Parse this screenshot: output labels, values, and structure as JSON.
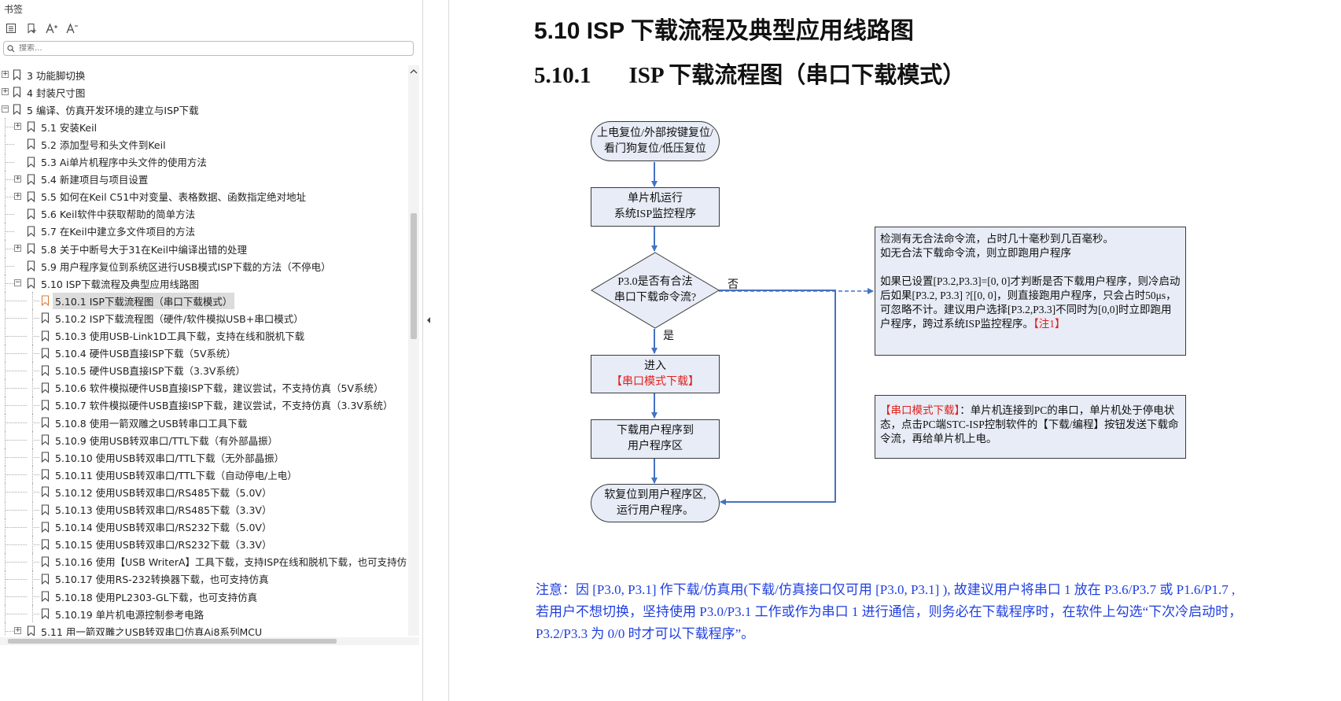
{
  "sidebar": {
    "title": "书签",
    "search_placeholder": "搜索...",
    "tools": [
      "outline-view-icon",
      "bookmark-add-icon",
      "font-increase-icon",
      "font-decrease-icon"
    ],
    "items": [
      {
        "label": "3  功能脚切换",
        "level": 0,
        "expander": "+"
      },
      {
        "label": "4  封装尺寸图",
        "level": 0,
        "expander": "+"
      },
      {
        "label": "5  编译、仿真开发环境的建立与ISP下载",
        "level": 0,
        "expander": "-"
      },
      {
        "label": "5.1 安装Keil",
        "level": 1,
        "expander": "+"
      },
      {
        "label": "5.2  添加型号和头文件到Keil",
        "level": 1,
        "expander": ""
      },
      {
        "label": "5.3  Ai单片机程序中头文件的使用方法",
        "level": 1,
        "expander": ""
      },
      {
        "label": "5.4  新建项目与项目设置",
        "level": 1,
        "expander": "+"
      },
      {
        "label": "5.5  如何在Keil C51中对变量、表格数据、函数指定绝对地址",
        "level": 1,
        "expander": "+"
      },
      {
        "label": "5.6  Keil软件中获取帮助的简单方法",
        "level": 1,
        "expander": ""
      },
      {
        "label": "5.7  在Keil中建立多文件项目的方法",
        "level": 1,
        "expander": ""
      },
      {
        "label": "5.8  关于中断号大于31在Keil中编译出错的处理",
        "level": 1,
        "expander": "+"
      },
      {
        "label": "5.9 用户程序复位到系统区进行USB模式ISP下载的方法（不停电）",
        "level": 1,
        "expander": ""
      },
      {
        "label": "5.10  ISP下载流程及典型应用线路图",
        "level": 1,
        "expander": "-"
      },
      {
        "label": "5.10.1 ISP下载流程图（串口下载模式）",
        "level": 2,
        "expander": "",
        "selected": true
      },
      {
        "label": "5.10.2  ISP下载流程图（硬件/软件模拟USB+串口模式）",
        "level": 2,
        "expander": ""
      },
      {
        "label": "5.10.3  使用USB-Link1D工具下载，支持在线和脱机下载",
        "level": 2,
        "expander": ""
      },
      {
        "label": "5.10.4  硬件USB直接ISP下载（5V系统）",
        "level": 2,
        "expander": ""
      },
      {
        "label": "5.10.5  硬件USB直接ISP下载（3.3V系统）",
        "level": 2,
        "expander": ""
      },
      {
        "label": "5.10.6  软件模拟硬件USB直接ISP下载，建议尝试，不支持仿真（5V系统）",
        "level": 2,
        "expander": ""
      },
      {
        "label": "5.10.7  软件模拟硬件USB直接ISP下载，建议尝试，不支持仿真（3.3V系统）",
        "level": 2,
        "expander": ""
      },
      {
        "label": "5.10.8  使用一箭双雕之USB转串口工具下载",
        "level": 2,
        "expander": ""
      },
      {
        "label": "5.10.9  使用USB转双串口/TTL下载（有外部晶振）",
        "level": 2,
        "expander": ""
      },
      {
        "label": "5.10.10  使用USB转双串口/TTL下载（无外部晶振）",
        "level": 2,
        "expander": ""
      },
      {
        "label": "5.10.11  使用USB转双串口/TTL下载（自动停电/上电）",
        "level": 2,
        "expander": ""
      },
      {
        "label": "5.10.12  使用USB转双串口/RS485下载（5.0V）",
        "level": 2,
        "expander": ""
      },
      {
        "label": "5.10.13 使用USB转双串口/RS485下载（3.3V）",
        "level": 2,
        "expander": ""
      },
      {
        "label": "5.10.14  使用USB转双串口/RS232下载（5.0V）",
        "level": 2,
        "expander": ""
      },
      {
        "label": "5.10.15 使用USB转双串口/RS232下载（3.3V）",
        "level": 2,
        "expander": ""
      },
      {
        "label": "5.10.16  使用【USB WriterA】工具下载，支持ISP在线和脱机下载，也可支持仿",
        "level": 2,
        "expander": ""
      },
      {
        "label": "5.10.17  使用RS-232转换器下载，也可支持仿真",
        "level": 2,
        "expander": ""
      },
      {
        "label": "5.10.18  使用PL2303-GL下载，也可支持仿真",
        "level": 2,
        "expander": ""
      },
      {
        "label": "5.10.19  单片机电源控制参考电路",
        "level": 2,
        "expander": ""
      },
      {
        "label": "5.11  用一箭双雕之USB转双串口仿真Ai8系列MCU",
        "level": 1,
        "expander": "+"
      }
    ]
  },
  "document": {
    "heading1": "5.10 ISP 下载流程及典型应用线路图",
    "heading2_num": "5.10.1",
    "heading2_text": "ISP 下载流程图（串口下载模式）",
    "flow": {
      "start_l1": "上电复位/外部按键复位/",
      "start_l2": "看门狗复位/低压复位",
      "run_l1": "单片机运行",
      "run_l2": "系统ISP监控程序",
      "decision_l1": "P3.0是否有合法",
      "decision_l2": "串口下载命令流?",
      "no_label": "否",
      "yes_label": "是",
      "enter_l1": "进入",
      "enter_l2": "【串口模式下载】",
      "download_l1": "下载用户程序到",
      "download_l2": "用户程序区",
      "reset_l1": "软复位到用户程序区,",
      "reset_l2": "运行用户程序。"
    },
    "note1": {
      "p1_l1": "检测有无合法命令流，占时几十毫秒到几百毫秒。",
      "p1_l2": "如无合法下载命令流，则立即跑用户程序",
      "p2_main": "如果已设置[P3.2,P3.3]=[0, 0]才判断是否下载用户程序，则冷启动后如果[P3.2, P3.3] ?[[0, 0]，则直接跑用户程序，只会占时50μs，可忽略不计。建议用户选择[P3.2,P3.3]不同时为[0,0]时立即跑用户程序，跨过系统ISP监控程序。",
      "p2_red": "【注1】"
    },
    "note2": {
      "red": "【串口模式下载】",
      "text": "：单片机连接到PC的串口，单片机处于停电状态，点击PC端STC-ISP控制软件的【下载/编程】按钮发送下载命令流，再给单片机上电。"
    },
    "attention": "注意：因 [P3.0, P3.1] 作下载/仿真用(下载/仿真接口仅可用 [P3.0, P3.1] ), 故建议用户将串口 1 放在 P3.6/P3.7 或 P1.6/P1.7 , 若用户不想切换，坚持使用 P3.0/P3.1 工作或作为串口 1 进行通信，则务必在下载程序时，在软件上勾选“下次冷启动时，P3.2/P3.3 为 0/0 时才可以下载程序”。"
  },
  "colors": {
    "flow_fill": "#e7ecf6",
    "arrow": "#4472c4",
    "red": "#e0201c",
    "attention_blue": "#1f3fe0",
    "selected_row": "#dcdcdc",
    "selected_bookmark": "#e07a2e"
  }
}
